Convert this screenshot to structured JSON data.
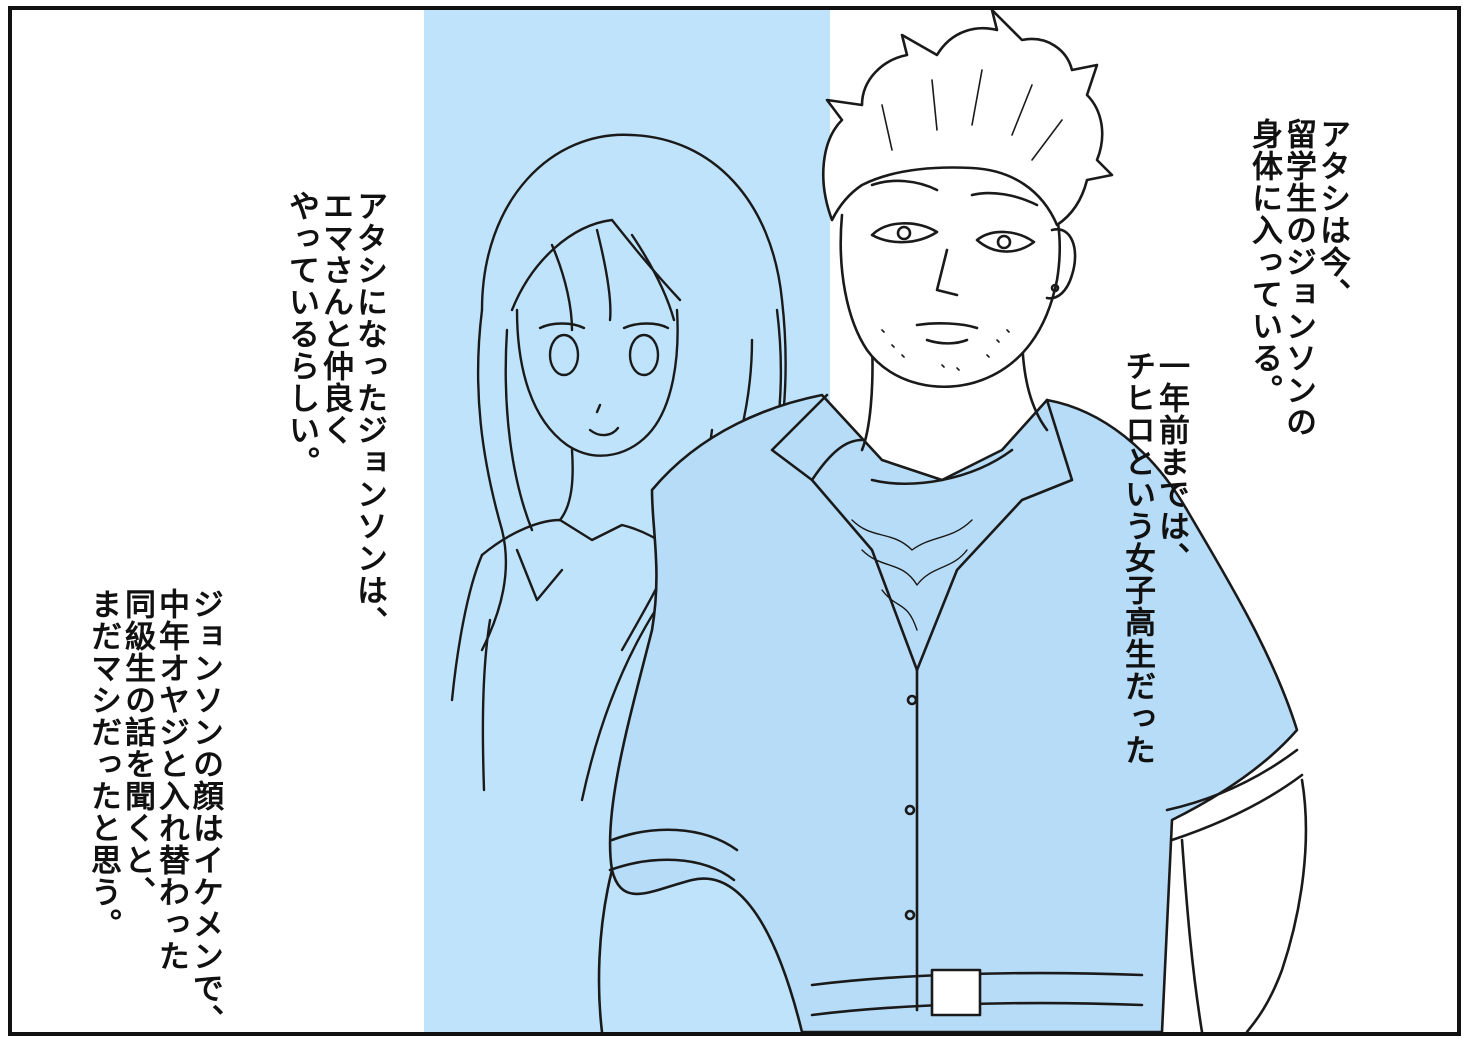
{
  "colors": {
    "panel_border": "#111111",
    "background": "#ffffff",
    "accent_blue": "#bfe3fb",
    "shirt_blue": "#b7dcf7",
    "line_art": "#1a1a1a"
  },
  "captions": {
    "right": {
      "lines": [
        "アタシは今、",
        "留学生のジョンソンの",
        "身体に入っている。"
      ]
    },
    "middle_right": {
      "lines": [
        "一年前までは、",
        "チヒロという女子高生だった"
      ]
    },
    "middle_left": {
      "lines": [
        "アタシになったジョンソンは、",
        "エマさんと仲良く",
        "やっているらしい。"
      ]
    },
    "left": {
      "lines": [
        "ジョンソンの顔はイケメンで、",
        "中年オヤジと入れ替わった",
        "同級生の話を聞くと、",
        "まだマシだったと思う。"
      ]
    }
  },
  "illustration": {
    "girl": "long-haired-girl-figure",
    "man": "spiky-haired-man-figure"
  }
}
